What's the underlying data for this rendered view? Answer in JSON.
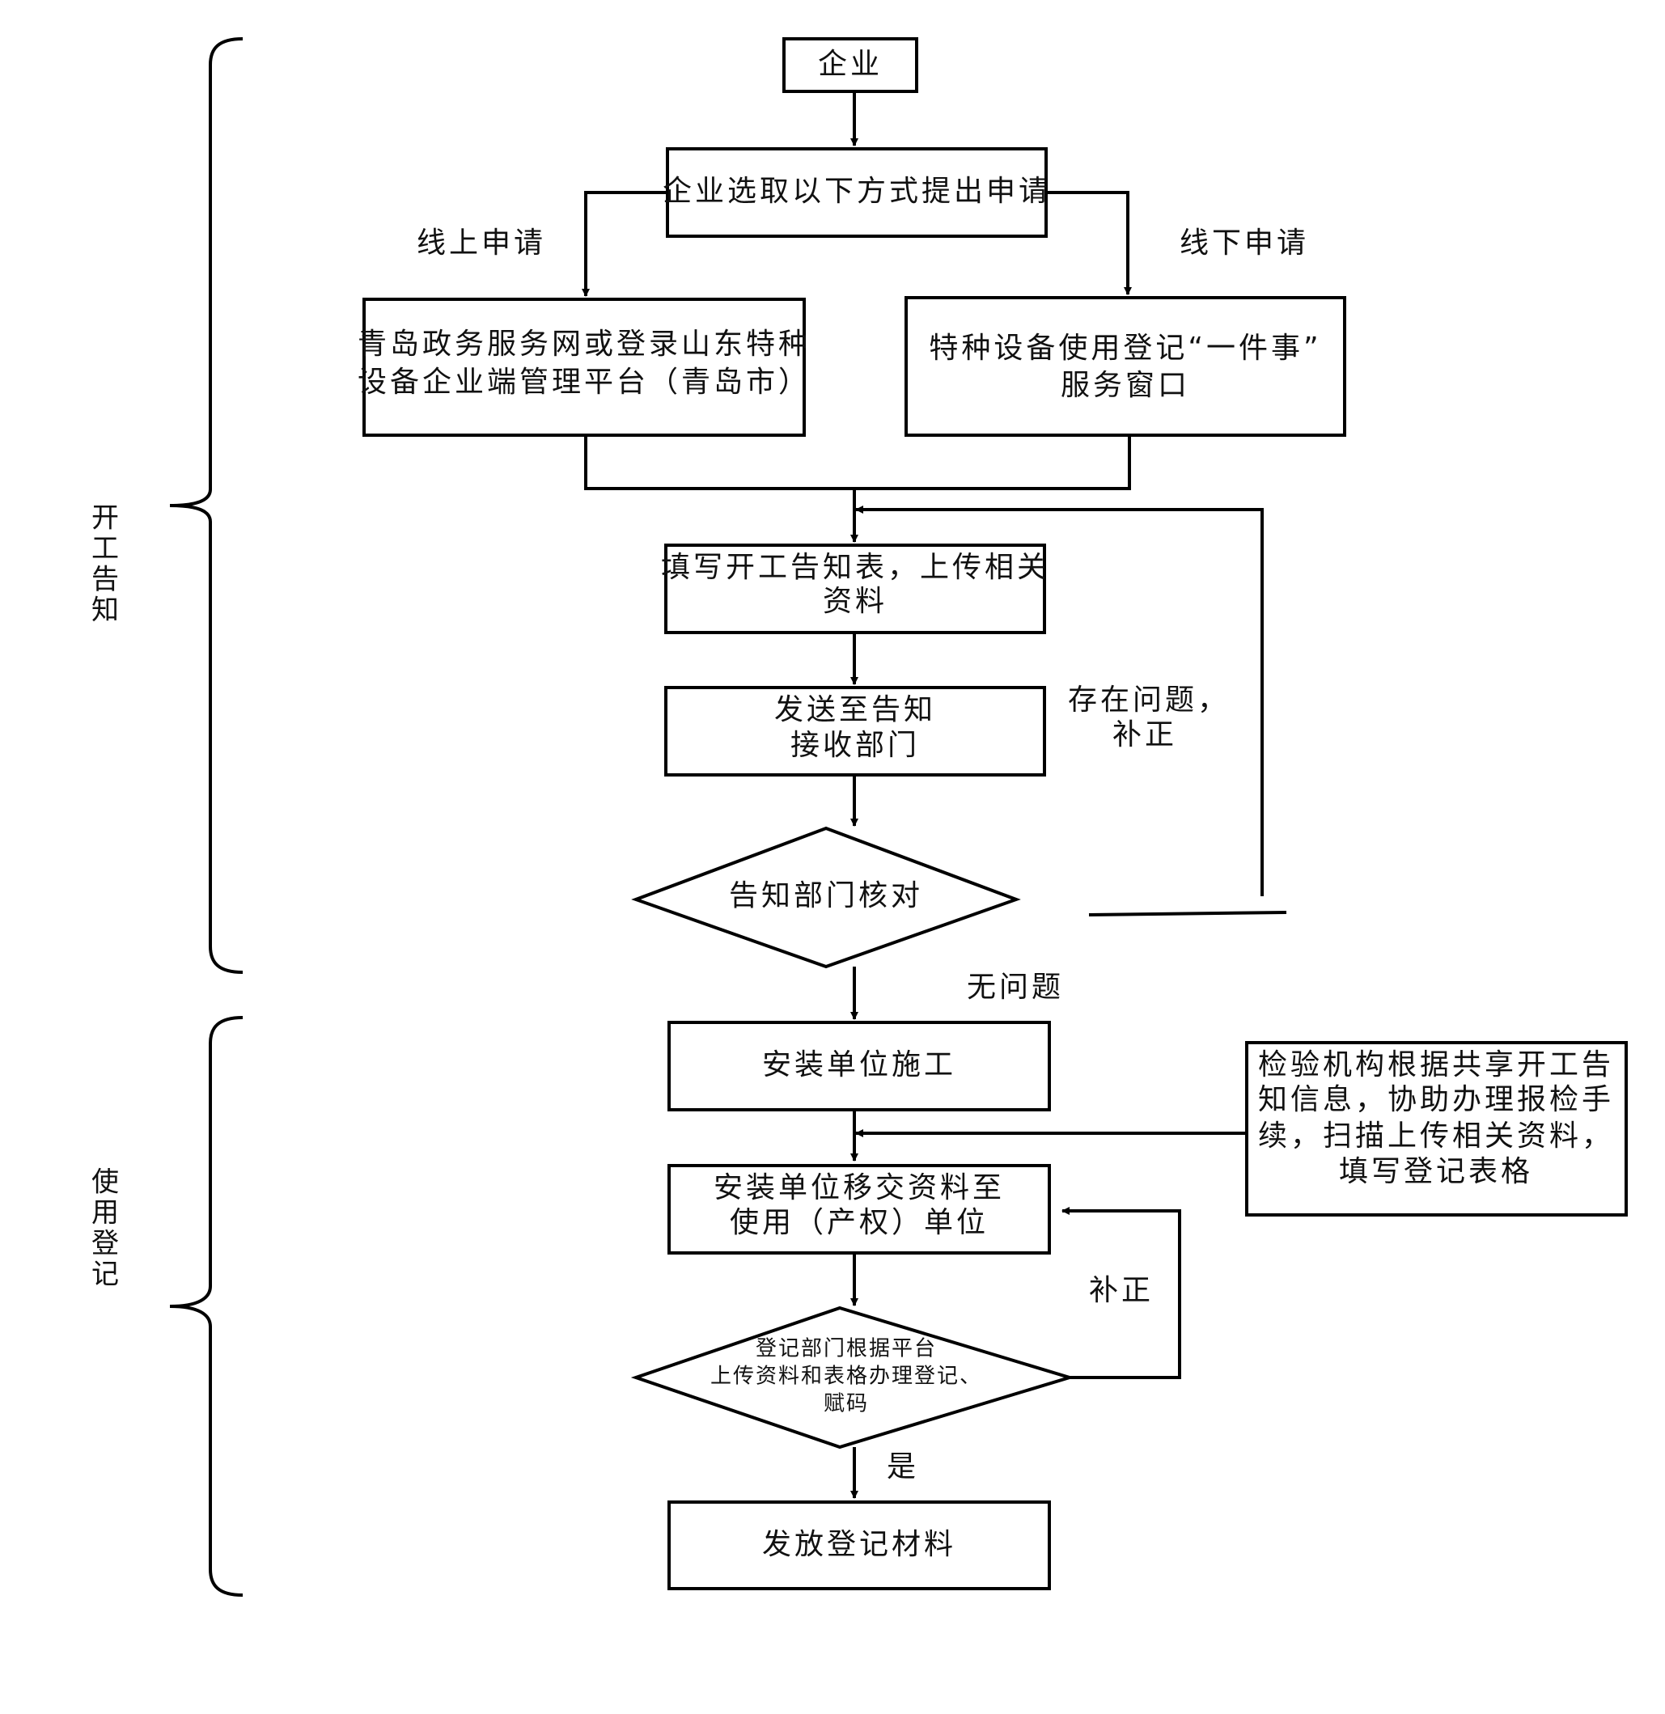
{
  "diagram": {
    "sections": [
      {
        "label": "开工告知",
        "chars": [
          "开",
          "工",
          "告",
          "知"
        ]
      },
      {
        "label": "使用登记",
        "chars": [
          "使",
          "用",
          "登",
          "记"
        ]
      }
    ],
    "nodes": {
      "enterprise": [
        "企业"
      ],
      "choose_method": [
        "企业选取以下方式提出申请"
      ],
      "online_platform": [
        "青岛政务服务网或登录山东特种",
        "设备企业端管理平台（青岛市）"
      ],
      "offline_window": [
        "特种设备使用登记“一件事”",
        "服务窗口"
      ],
      "fill_form": [
        "填写开工告知表，上传相关",
        "资料"
      ],
      "send_dept": [
        "发送至告知",
        "接收部门"
      ],
      "verify_decision": [
        "告知部门核对"
      ],
      "install_construct": [
        "安装单位施工"
      ],
      "inspection_assist": [
        "检验机构根据共享开工告",
        "知信息，协助办理报检手",
        "续，扫描上传相关资料，",
        "填写登记表格"
      ],
      "handover": [
        "安装单位移交资料至",
        "使用（产权）单位"
      ],
      "register_decision": [
        "登记部门根据平台",
        "上传资料和表格办理登记、",
        "赋码"
      ],
      "issue_materials": [
        "发放登记材料"
      ]
    },
    "edge_labels": {
      "online": "线上申请",
      "offline": "线下申请",
      "problem_correct": [
        "存在问题，",
        "补正"
      ],
      "no_problem": "无问题",
      "correct": "补正",
      "yes": "是"
    }
  }
}
